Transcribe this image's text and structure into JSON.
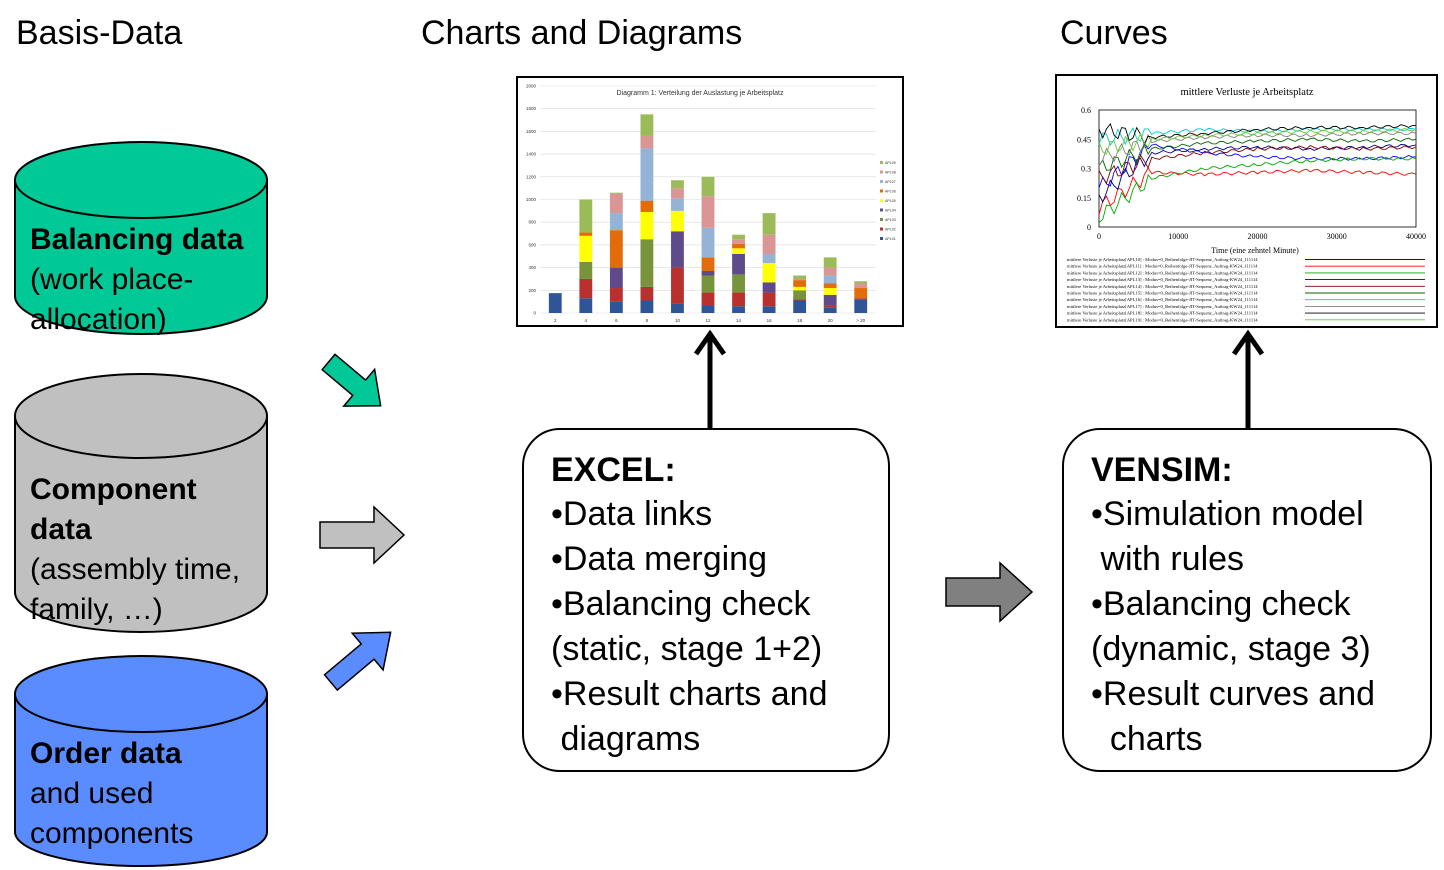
{
  "headers": {
    "basis": "Basis-Data",
    "charts": "Charts and Diagrams",
    "curves": "Curves"
  },
  "balancing": {
    "title": "Balancing data",
    "line1": "(work place-",
    "line2": "allocation)"
  },
  "component": {
    "title1": "Component",
    "title2": "data",
    "line1": "(assembly time,",
    "line2": "family, …)"
  },
  "order": {
    "title": "Order data",
    "line1": "and used",
    "line2": "components"
  },
  "excel": {
    "title": "EXCEL:",
    "lines": [
      "•Data links",
      "•Data merging",
      "•Balancing check",
      "(static, stage 1+2)",
      "•Result charts and",
      " diagrams"
    ]
  },
  "vensim": {
    "title": "VENSIM:",
    "lines": [
      "•Simulation model",
      " with rules",
      "•Balancing check",
      "(dynamic, stage 3)",
      "•Result curves and",
      "  charts"
    ]
  },
  "colors": {
    "balancing": "#00c896",
    "component": "#c0c0c0",
    "order": "#5b8cff",
    "arrow_gray": "#808080"
  },
  "bar_chart": {
    "type": "bar",
    "title": "Diagramm 1: Verteilung der Auslastung je Arbeitsplatz",
    "categories": [
      "2",
      "4",
      "6",
      "8",
      "10",
      "12",
      "14",
      "16",
      "18",
      "20",
      "> 20"
    ],
    "y_ticks": [
      "0",
      "200",
      "400",
      "600",
      "800",
      "1000",
      "1200",
      "1400",
      "1600",
      "1800",
      "2000"
    ],
    "ylim": [
      0,
      2000
    ],
    "legend": [
      "APL09",
      "APL08",
      "APL07",
      "APL06",
      "APL05",
      "APL04",
      "APL03",
      "APL02",
      "APL01"
    ],
    "colors": [
      "#2e5596",
      "#b8312f",
      "#77933c",
      "#5f4b8b",
      "#ffff00",
      "#e36c0a",
      "#95b3d7",
      "#d99694",
      "#9bbb59"
    ],
    "series": [
      {
        "name": "APL01",
        "values": [
          175,
          130,
          100,
          110,
          80,
          70,
          60,
          60,
          110,
          50,
          120
        ]
      },
      {
        "name": "APL02",
        "values": [
          0,
          170,
          120,
          120,
          320,
          110,
          120,
          120,
          10,
          20,
          10
        ]
      },
      {
        "name": "APL03",
        "values": [
          0,
          150,
          0,
          420,
          0,
          150,
          160,
          0,
          80,
          0,
          0
        ]
      },
      {
        "name": "APL04",
        "values": [
          0,
          0,
          180,
          0,
          320,
          40,
          180,
          90,
          0,
          90,
          0
        ]
      },
      {
        "name": "APL05",
        "values": [
          0,
          230,
          0,
          240,
          180,
          0,
          50,
          170,
          30,
          60,
          0
        ]
      },
      {
        "name": "APL06",
        "values": [
          0,
          30,
          330,
          100,
          0,
          120,
          40,
          0,
          60,
          40,
          90
        ]
      },
      {
        "name": "APL07",
        "values": [
          0,
          0,
          150,
          460,
          110,
          260,
          0,
          80,
          0,
          70,
          0
        ]
      },
      {
        "name": "APL08",
        "values": [
          0,
          0,
          170,
          110,
          90,
          280,
          40,
          170,
          10,
          70,
          40
        ]
      },
      {
        "name": "APL09",
        "values": [
          0,
          290,
          10,
          190,
          70,
          170,
          40,
          190,
          30,
          90,
          20
        ]
      }
    ]
  },
  "curve_chart": {
    "type": "line",
    "title": "mittlere Verluste je Arbeitsplatz",
    "xlabel": "Time (eine zehntel Minute)",
    "x_ticks": [
      "0",
      "10000",
      "20000",
      "30000",
      "40000"
    ],
    "y_ticks": [
      "0",
      "0.15",
      "0.3",
      "0.45",
      "0.6"
    ],
    "xlim": [
      0,
      40000
    ],
    "ylim": [
      0,
      0.6
    ],
    "series": [
      {
        "name": "mittlere Verluste je Arbeitsplatz[APL10] : Modus=0_Reihenfolge-JIT-Sequenz_Auftrag-KW24_111114",
        "color": "#0000ff",
        "values": [
          0.2,
          0.42,
          0.38,
          0.36,
          0.35,
          0.35,
          0.36
        ]
      },
      {
        "name": "mittlere Verluste je Arbeitsplatz[APL11] : Modus=0_Reihenfolge-JIT-Sequenz_Auftrag-KW24_111114",
        "color": "#ff0000",
        "values": [
          0.1,
          0.28,
          0.27,
          0.28,
          0.29,
          0.28,
          0.27
        ]
      },
      {
        "name": "mittlere Verluste je Arbeitsplatz[APL12] : Modus=0_Reihenfolge-JIT-Sequenz_Auftrag-KW24_111114",
        "color": "#00aa00",
        "values": [
          0.05,
          0.25,
          0.3,
          0.32,
          0.34,
          0.35,
          0.35
        ]
      },
      {
        "name": "mittlere Verluste je Arbeitsplatz[APL13] : Modus=0_Reihenfolge-JIT-Sequenz_Auftrag-KW24_111114",
        "color": "#000080",
        "values": [
          0.15,
          0.38,
          0.4,
          0.41,
          0.4,
          0.41,
          0.42
        ]
      },
      {
        "name": "mittlere Verluste je Arbeitsplatz[APL14] : Modus=0_Reihenfolge-JIT-Sequenz_Auftrag-KW24_111114",
        "color": "#800000",
        "values": [
          0.25,
          0.35,
          0.38,
          0.4,
          0.41,
          0.4,
          0.41
        ]
      },
      {
        "name": "mittlere Verluste je Arbeitsplatz[APL15] : Modus=0_Reihenfolge-JIT-Sequenz_Auftrag-KW24_111114",
        "color": "#006400",
        "values": [
          0.3,
          0.4,
          0.43,
          0.44,
          0.45,
          0.44,
          0.45
        ]
      },
      {
        "name": "mittlere Verluste je Arbeitsplatz[APL16] : Modus=0_Reihenfolge-JIT-Sequenz_Auftrag-KW24_111114",
        "color": "#00cccc",
        "values": [
          0.45,
          0.48,
          0.5,
          0.49,
          0.5,
          0.5,
          0.5
        ]
      },
      {
        "name": "mittlere Verluste je Arbeitsplatz[APL17] : Modus=0_Reihenfolge-JIT-Sequenz_Auftrag-KW24_111114",
        "color": "#808080",
        "values": [
          0.35,
          0.44,
          0.46,
          0.47,
          0.47,
          0.48,
          0.48
        ]
      },
      {
        "name": "mittlere Verluste je Arbeitsplatz[APL18] : Modus=0_Reihenfolge-JIT-Sequenz_Auftrag-KW24_111114",
        "color": "#000000",
        "values": [
          0.5,
          0.46,
          0.48,
          0.5,
          0.51,
          0.51,
          0.52
        ]
      },
      {
        "name": "mittlere Verluste je Arbeitsplatz[APL19] : Modus=0_Reihenfolge-JIT-Sequenz_Auftrag-KW24_111114",
        "color": "#66cc33",
        "values": [
          0.4,
          0.45,
          0.47,
          0.48,
          0.49,
          0.49,
          0.5
        ]
      }
    ]
  }
}
